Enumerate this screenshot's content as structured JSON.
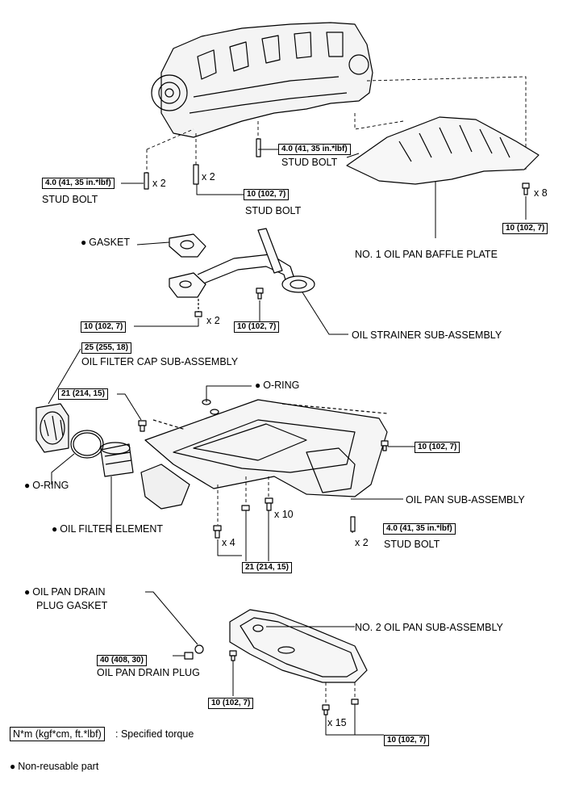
{
  "torques": {
    "stud_bolt_top": "4.0 (41, 35 in.*lbf)",
    "stud_bolt_left": "4.0 (41, 35 in.*lbf)",
    "stud_bolt_mid": "10 (102, 7)",
    "baffle_bolt": "10 (102, 7)",
    "strainer_bolt_left": "10 (102, 7)",
    "strainer_bolt_mid": "10 (102, 7)",
    "filter_cap": "25 (255, 18)",
    "pan_bolt_left": "21 (214, 15)",
    "pan_bolt_right": "10 (102, 7)",
    "pan_stud_bolt": "4.0 (41, 35 in.*lbf)",
    "pan_bolts_bottom": "21 (214, 15)",
    "drain_plug": "40 (408, 30)",
    "pan2_bolt_left": "10 (102, 7)",
    "pan2_bolts": "10 (102, 7)"
  },
  "labels": {
    "stud_bolt_top": "STUD BOLT",
    "stud_bolt_left": "STUD BOLT",
    "stud_bolt_mid": "STUD BOLT",
    "baffle_plate": "NO. 1 OIL PAN BAFFLE PLATE",
    "gasket": "GASKET",
    "oil_strainer": "OIL STRAINER SUB-ASSEMBLY",
    "filter_cap": "OIL FILTER CAP SUB-ASSEMBLY",
    "o_ring_top": "O-RING",
    "o_ring_left": "O-RING",
    "filter_element": "OIL FILTER ELEMENT",
    "oil_pan": "OIL PAN SUB-ASSEMBLY",
    "pan_stud_bolt": "STUD BOLT",
    "drain_gasket_1": "OIL PAN DRAIN",
    "drain_gasket_2": "PLUG GASKET",
    "drain_plug": "OIL PAN DRAIN PLUG",
    "oil_pan_2": "NO. 2 OIL PAN SUB-ASSEMBLY"
  },
  "quantities": {
    "q_left_stud": "x 2",
    "q_mid_stud": "x 2",
    "q_baffle": "x 8",
    "q_strainer": "x 2",
    "q_pan_10": "x 10",
    "q_pan_4": "x 4",
    "q_pan_stud": "x 2",
    "q_pan2": "x 15"
  },
  "legend": {
    "unit": "N*m (kgf*cm, ft.*lbf)",
    "unit_desc": ": Specified torque",
    "nonreusable": "Non-reusable part"
  }
}
